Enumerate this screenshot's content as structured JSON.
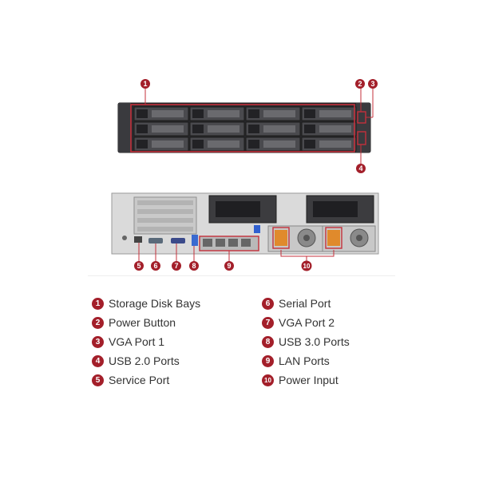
{
  "colors": {
    "accent": "#a31f2a",
    "label_text": "#333333"
  },
  "callouts": [
    {
      "id": "1",
      "label": "Storage Disk Bays"
    },
    {
      "id": "2",
      "label": "Power Button"
    },
    {
      "id": "3",
      "label": "VGA Port 1"
    },
    {
      "id": "4",
      "label": "USB 2.0 Ports"
    },
    {
      "id": "5",
      "label": "Service Port"
    },
    {
      "id": "6",
      "label": "Serial Port"
    },
    {
      "id": "7",
      "label": "VGA Port 2"
    },
    {
      "id": "8",
      "label": "USB 3.0 Ports"
    },
    {
      "id": "9",
      "label": "LAN Ports"
    },
    {
      "id": "10",
      "label": "Power Input"
    }
  ]
}
